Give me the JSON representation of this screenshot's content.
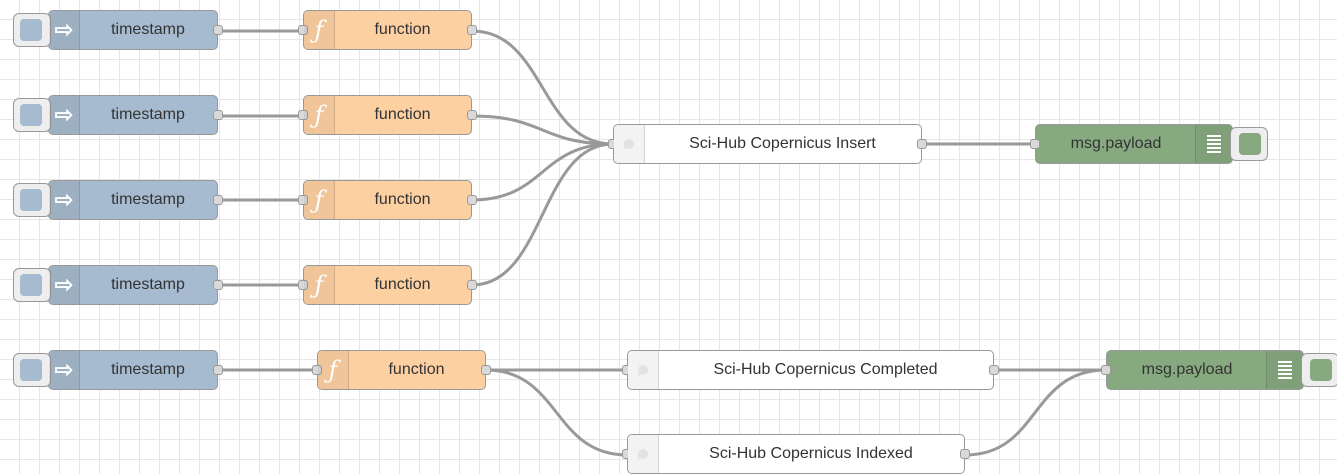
{
  "flow": {
    "inject_label": "timestamp",
    "function_label": "function",
    "sci_insert_label": "Sci-Hub Copernicus Insert",
    "sci_completed_label": "Sci-Hub Copernicus Completed",
    "sci_indexed_label": "Sci-Hub Copernicus Indexed",
    "debug_label": "msg.payload"
  },
  "colors": {
    "inject": "#a6bbcf",
    "function": "#fdd0a2",
    "debug": "#87a980",
    "wire": "#999999"
  },
  "icons": {
    "inject": "arrow-in-icon",
    "function": "function-icon",
    "sci": "satellite-icon",
    "debug": "list-icon"
  }
}
